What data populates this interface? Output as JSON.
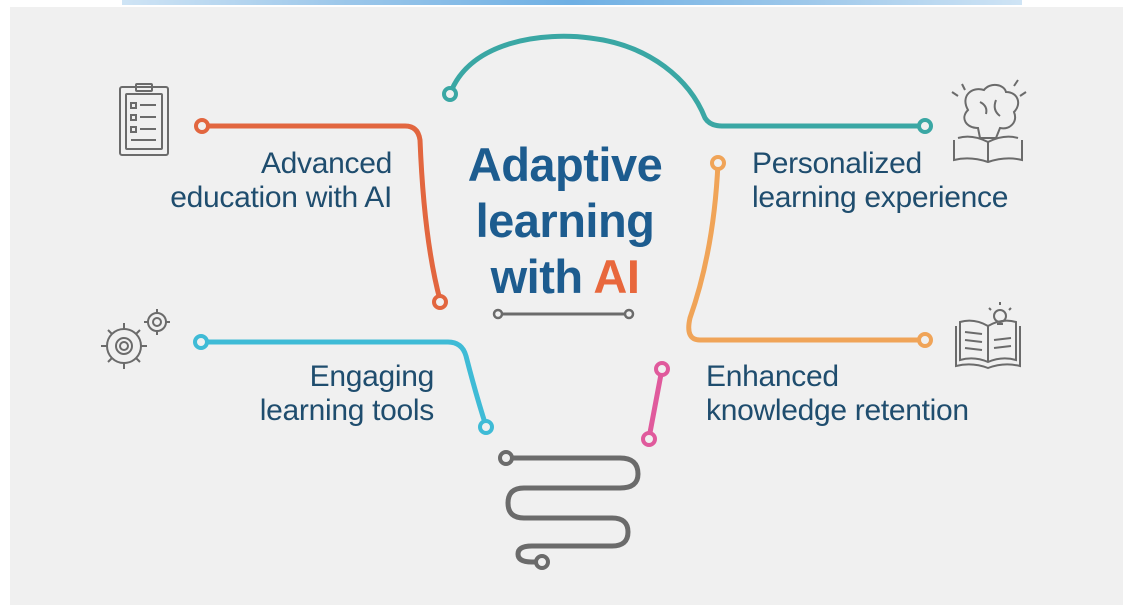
{
  "title": {
    "line1": "Adaptive",
    "line2": "learning",
    "line3_prefix": "with ",
    "line3_accent": "AI"
  },
  "features": {
    "advanced": {
      "line1": "Advanced",
      "line2": "education with AI",
      "icon": "clipboard-checklist-icon"
    },
    "personalized": {
      "line1": "Personalized",
      "line2": "learning experience",
      "icon": "brain-book-icon"
    },
    "engaging": {
      "line1": "Engaging",
      "line2": "learning tools",
      "icon": "gears-icon"
    },
    "enhanced": {
      "line1": "Enhanced",
      "line2": "knowledge retention",
      "icon": "book-lightbulb-icon"
    }
  },
  "colors": {
    "teal": "#3aa7a4",
    "orange_red": "#e2663f",
    "orange": "#f0a458",
    "cyan": "#3fbbd6",
    "pink": "#e05a9c",
    "gray": "#6b6b6b",
    "title_blue": "#1d5c8f",
    "title_accent": "#e8673c",
    "label_text": "#1f4d6e"
  }
}
